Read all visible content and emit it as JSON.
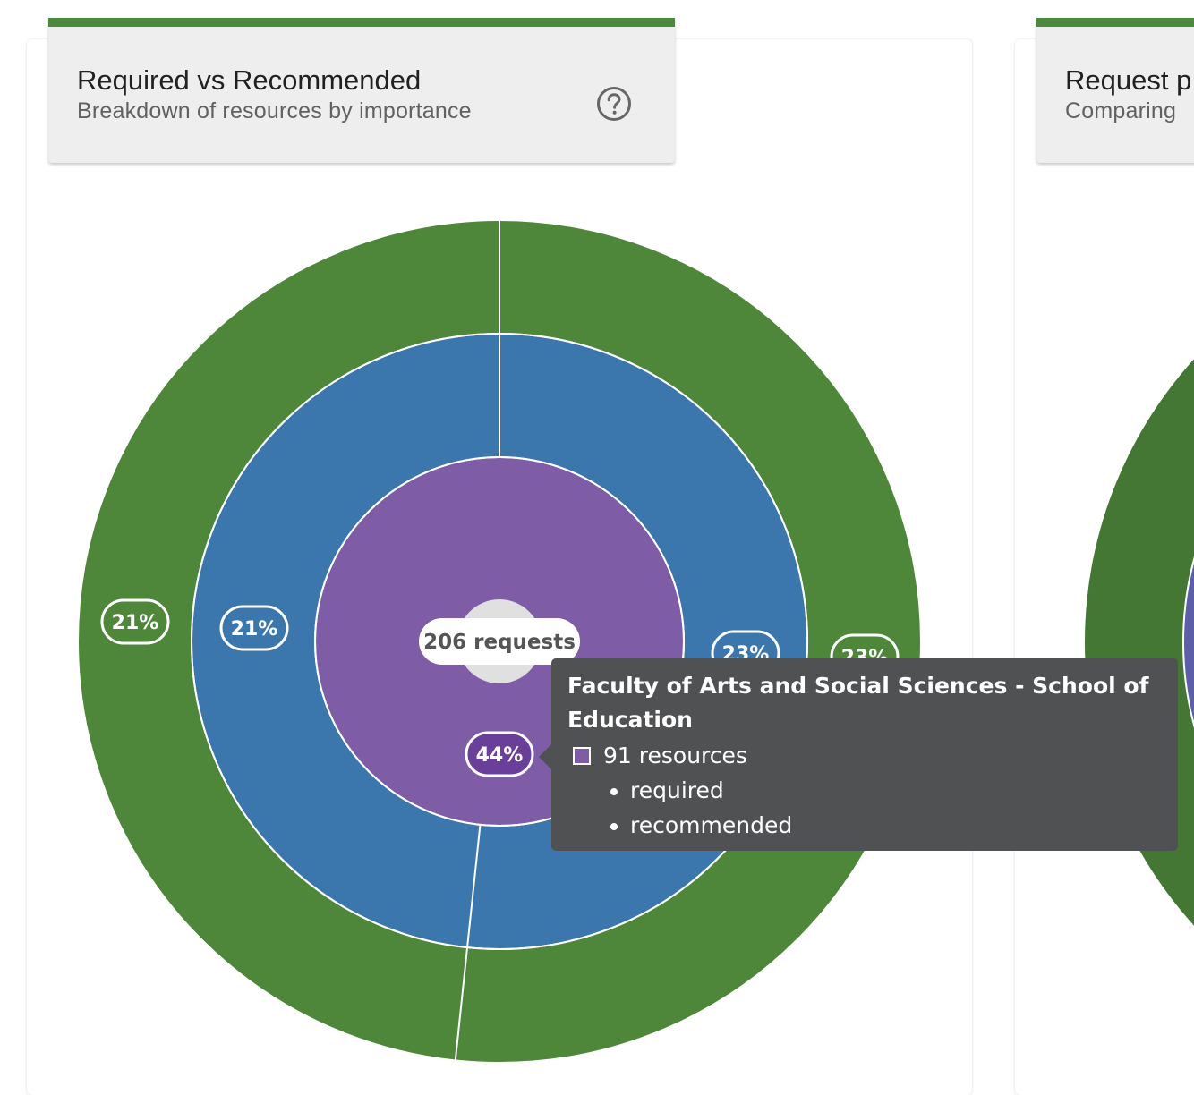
{
  "cards": [
    {
      "title": "Required vs Recommended",
      "subtitle": "Breakdown of resources by importance"
    },
    {
      "title": "Request p",
      "subtitle": "Comparing"
    }
  ],
  "help_icon": "question-circle-icon",
  "colors": {
    "header_accent": "#4a8a3a",
    "outer_ring": "#4e863a",
    "middle_ring": "#3b76ad",
    "inner_ring": "#7e5da6",
    "center": "#e0e0e0",
    "tooltip_bg": "#505153",
    "right_outer": "#437733",
    "right_inner": "#5c5fa8"
  },
  "chart_data": {
    "type": "pie",
    "variant": "nested-donut",
    "center_label": "206 requests",
    "rings": [
      {
        "level": "inner",
        "color": "#7e5da6",
        "slices": [
          {
            "label": "44%",
            "value": 44
          }
        ]
      },
      {
        "level": "middle",
        "color": "#3b76ad",
        "slices": [
          {
            "label": "23%",
            "value": 23
          },
          {
            "label": "21%",
            "value": 21
          }
        ]
      },
      {
        "level": "outer",
        "color": "#4e863a",
        "slices": [
          {
            "label": "23%",
            "value": 23
          },
          {
            "label": "21%",
            "value": 21
          }
        ]
      }
    ]
  },
  "tooltip": {
    "title": "Faculty of Arts and Social Sciences - School of Education",
    "count_text": "91 resources",
    "items": [
      "required",
      "recommended"
    ],
    "swatch_color": "#7e5da6"
  }
}
